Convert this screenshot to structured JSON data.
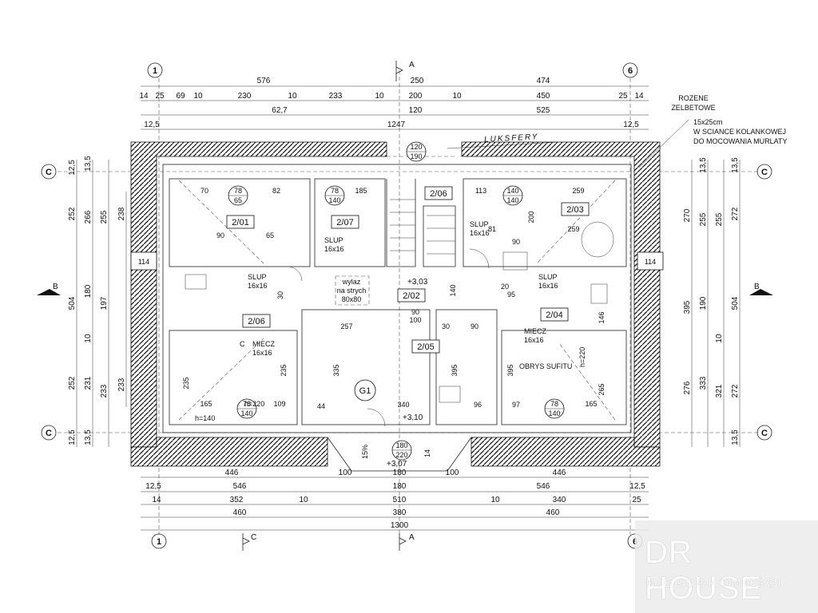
{
  "axes": {
    "a1": "1",
    "a6": "6",
    "A": "A",
    "B": "B",
    "C": "C"
  },
  "top_dims": {
    "row1": [
      "576",
      "250",
      "474"
    ],
    "row2": [
      "14",
      "25",
      "69",
      "10",
      "230",
      "10",
      "233",
      "10",
      "200",
      "10",
      "450",
      "25",
      "14"
    ],
    "row3": [
      "62,7",
      "120",
      "525"
    ],
    "row4": [
      "12,5",
      "1247",
      "12,5"
    ]
  },
  "bottom_dims": {
    "row1": [
      "446",
      "100",
      "180",
      "100",
      "446"
    ],
    "row2": [
      "12,5",
      "546",
      "180",
      "546",
      "12,5"
    ],
    "row3": [
      "14",
      "352",
      "10",
      "510",
      "10",
      "340",
      "25"
    ],
    "row4": [
      "460",
      "380",
      "460"
    ],
    "row5": [
      "1300"
    ]
  },
  "left_dims": {
    "outer": [
      "12,5",
      "252",
      "504",
      "252",
      "12,5"
    ],
    "mid": [
      "13,5",
      "266",
      "180",
      "10",
      "231",
      "13,5"
    ],
    "inner": [
      "255",
      "197",
      "233"
    ],
    "extra": [
      "238",
      "233"
    ]
  },
  "right_dims": {
    "outer": [
      "13,5",
      "272",
      "504",
      "272",
      "13,5"
    ],
    "mid": [
      "255",
      "190",
      "10",
      "321"
    ],
    "inner": [
      "270",
      "395",
      "276",
      "13,5",
      "333"
    ]
  },
  "rooms": [
    "2/01",
    "2/07",
    "2/06",
    "2/03",
    "2/02",
    "2/06",
    "2/05",
    "2/04"
  ],
  "window_tags": [
    {
      "w": "78",
      "h": "65"
    },
    {
      "w": "78",
      "h": "140"
    },
    {
      "w": "120",
      "h": "190"
    },
    {
      "w": "140",
      "h": "140"
    },
    {
      "w": "78",
      "h": "140"
    },
    {
      "w": "180",
      "h": "220"
    },
    {
      "w": "78",
      "h": "140"
    }
  ],
  "notes": {
    "luksfery": "LUKSFERY",
    "rozene": "ROZENE",
    "zelbetowe": "ZELBETOWE",
    "size": "15x25cm",
    "sciance": "W SCIANCE KOLANKOWEJ",
    "mocowania": "DO MOCOWANIA MURLATY",
    "slup": "SLUP",
    "slup_size": "16x16",
    "miecz": "MIECZ",
    "wylaz1": "wylaz",
    "wylaz2": "na strych",
    "wylaz3": "80x80",
    "obrys": "OBRYS SUFITU",
    "g1": "G1",
    "h220": "h=220",
    "h140": "h=140",
    "lvl1": "+3,03",
    "lvl2": "+3,10",
    "lvl3": "+3,07",
    "pct": "15%"
  },
  "inner_dims": [
    "70",
    "82",
    "185",
    "113",
    "259",
    "90",
    "65",
    "81",
    "259",
    "90",
    "200",
    "140",
    "20",
    "95",
    "30",
    "90",
    "100",
    "257",
    "30",
    "90",
    "146",
    "235",
    "335",
    "395",
    "395",
    "235",
    "165",
    "109",
    "44",
    "340",
    "96",
    "97",
    "165",
    "265",
    "114",
    "114",
    "14"
  ],
  "logo": {
    "big": "DR HOUSE",
    "small": "NIERUCHOMOŚCI"
  }
}
